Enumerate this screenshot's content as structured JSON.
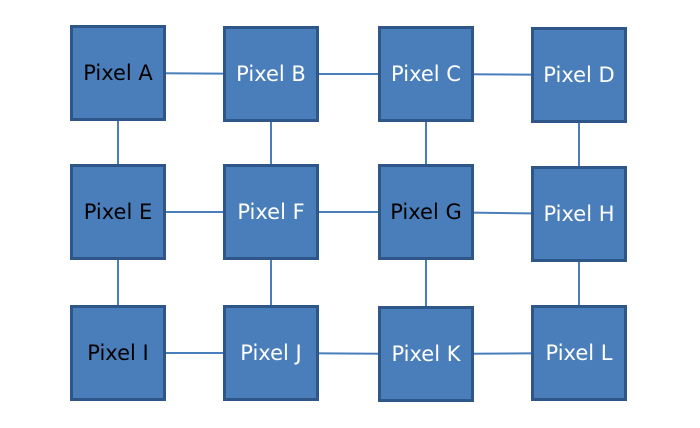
{
  "diagram": {
    "nodes": [
      {
        "id": "A",
        "label": "Pixel A",
        "text_color": "#000000"
      },
      {
        "id": "B",
        "label": "Pixel B",
        "text_color": "#ffffff"
      },
      {
        "id": "C",
        "label": "Pixel C",
        "text_color": "#ffffff"
      },
      {
        "id": "D",
        "label": "Pixel D",
        "text_color": "#ffffff"
      },
      {
        "id": "E",
        "label": "Pixel E",
        "text_color": "#000000"
      },
      {
        "id": "F",
        "label": "Pixel F",
        "text_color": "#ffffff"
      },
      {
        "id": "G",
        "label": "Pixel G",
        "text_color": "#000000"
      },
      {
        "id": "H",
        "label": "Pixel H",
        "text_color": "#ffffff"
      },
      {
        "id": "I",
        "label": "Pixel I",
        "text_color": "#000000"
      },
      {
        "id": "J",
        "label": "Pixel J",
        "text_color": "#ffffff"
      },
      {
        "id": "K",
        "label": "Pixel K",
        "text_color": "#ffffff"
      },
      {
        "id": "L",
        "label": "Pixel L",
        "text_color": "#ffffff"
      }
    ],
    "edges": [
      [
        "A",
        "B"
      ],
      [
        "B",
        "C"
      ],
      [
        "C",
        "D"
      ],
      [
        "E",
        "F"
      ],
      [
        "F",
        "G"
      ],
      [
        "G",
        "H"
      ],
      [
        "I",
        "J"
      ],
      [
        "J",
        "K"
      ],
      [
        "K",
        "L"
      ],
      [
        "A",
        "E"
      ],
      [
        "E",
        "I"
      ],
      [
        "B",
        "F"
      ],
      [
        "F",
        "J"
      ],
      [
        "C",
        "G"
      ],
      [
        "G",
        "K"
      ],
      [
        "D",
        "H"
      ],
      [
        "H",
        "L"
      ]
    ],
    "colors": {
      "node_fill": "#4a7ebb",
      "node_border": "#2e5689",
      "edge": "#4a7ebb"
    }
  }
}
